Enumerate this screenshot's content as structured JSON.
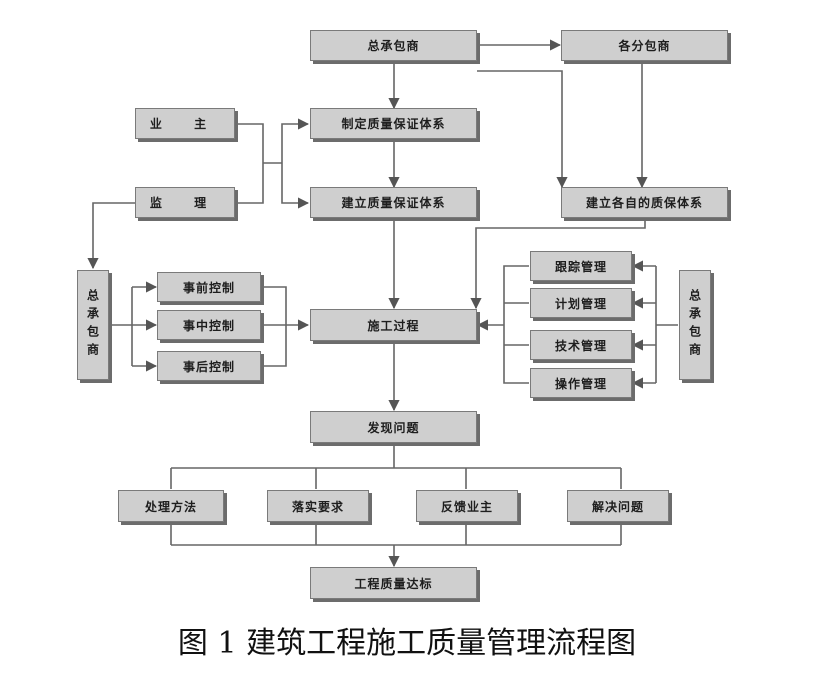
{
  "diagram": {
    "nodes": {
      "general_contractor_top": "总承包商",
      "subcontractors": "各分包商",
      "owner": "业 主",
      "make_quality_system": "制定质量保证体系",
      "supervisor": "监 理",
      "build_quality_system": "建立质量保证体系",
      "build_own_system": "建立各自的质保体系",
      "general_contractor_left": "总承包商",
      "pre_control": "事前控制",
      "mid_control": "事中控制",
      "post_control": "事后控制",
      "construction_process": "施工过程",
      "progress_mgmt": "跟踪管理",
      "plan_mgmt": "计划管理",
      "tech_mgmt": "技术管理",
      "operation_mgmt": "操作管理",
      "general_contractor_right": "总承包商",
      "find_problem": "发现问题",
      "handle_method": "处理方法",
      "implement_req": "落实要求",
      "feedback_owner": "反馈业主",
      "solve_problem": "解决问题",
      "quality_target": "工程质量达标"
    },
    "caption": "图 1 建筑工程施工质量管理流程图"
  }
}
